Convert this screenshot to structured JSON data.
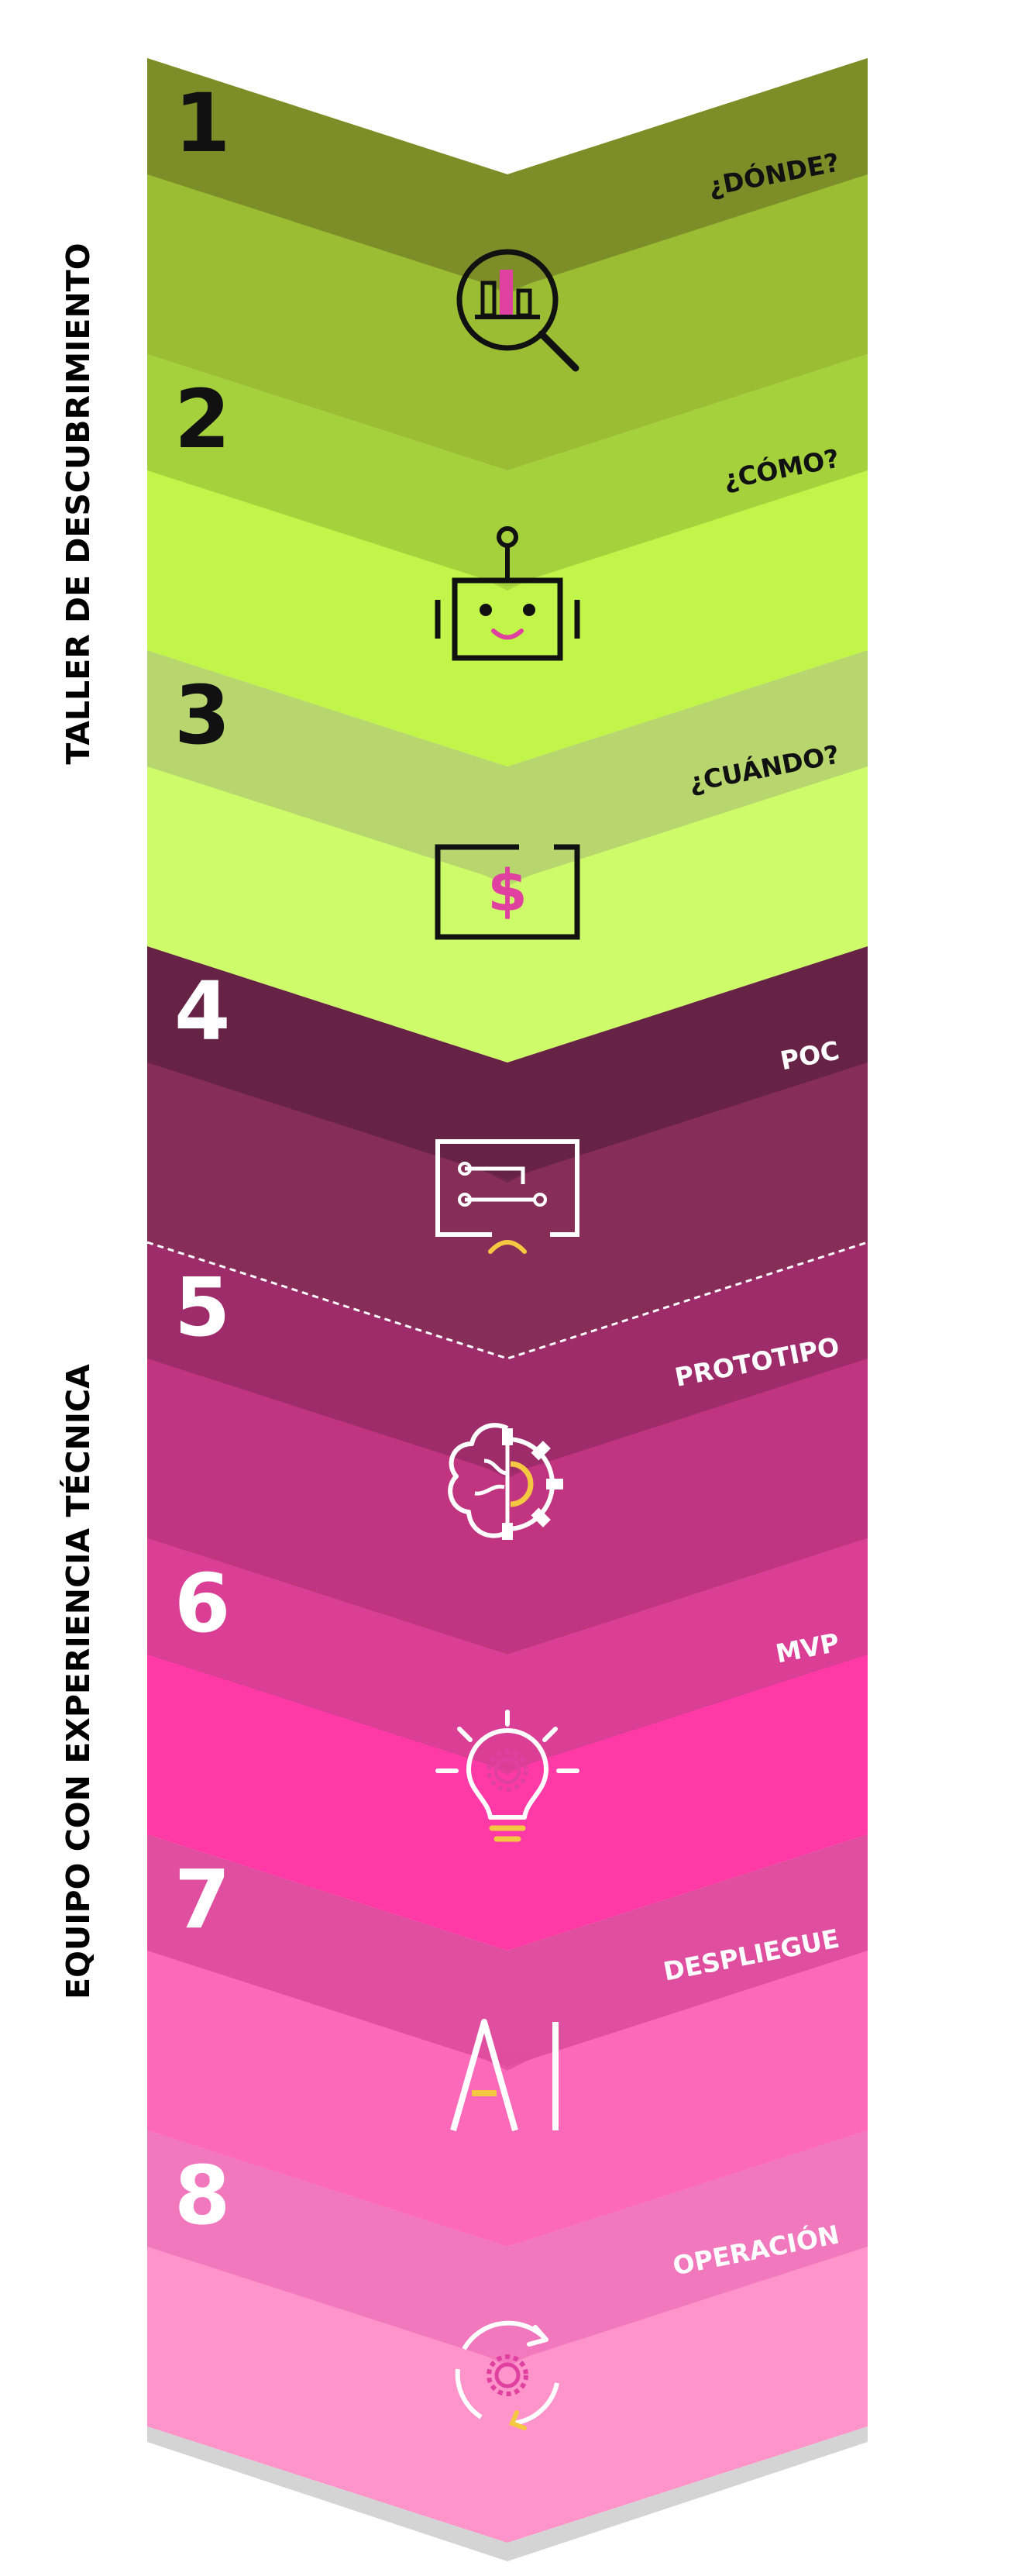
{
  "side_labels": {
    "top": "TALLER DE DESCUBRIMIENTO",
    "bottom": "EQUIPO CON EXPERIENCIA TÉCNICA"
  },
  "steps": [
    {
      "number": "1",
      "label": "¿DÓNDE?",
      "icon": "search-chart-icon",
      "band_color": "#7d8e29",
      "main_color": "#9abd33",
      "text_color": "#111111"
    },
    {
      "number": "2",
      "label": "¿CÓMO?",
      "icon": "robot-icon",
      "band_color": "#a5d23c",
      "main_color": "#c2f54a",
      "text_color": "#111111"
    },
    {
      "number": "3",
      "label": "¿CUÁNDO?",
      "icon": "dollar-frame-icon",
      "band_color": "#b7d66e",
      "main_color": "#cdfb69",
      "text_color": "#111111"
    },
    {
      "number": "4",
      "label": "POC",
      "icon": "circuit-frame-icon",
      "band_color": "#672345",
      "main_color": "#862e58",
      "text_color": "#ffffff"
    },
    {
      "number": "5",
      "label": "PROTOTIPO",
      "icon": "brain-gear-icon",
      "band_color": "#9e2c6a",
      "main_color": "#c1347f",
      "text_color": "#ffffff"
    },
    {
      "number": "6",
      "label": "MVP",
      "icon": "lightbulb-gear-icon",
      "band_color": "#db3e95",
      "main_color": "#ff3aa7",
      "text_color": "#ffffff"
    },
    {
      "number": "7",
      "label": "DESPLIEGUE",
      "icon": "ai-letters-icon",
      "band_color": "#e04e9f",
      "main_color": "#fd69b9",
      "text_color": "#ffffff"
    },
    {
      "number": "8",
      "label": "OPERACIÓN",
      "icon": "cycle-gear-icon",
      "band_color": "#f278bd",
      "main_color": "#fe94c9",
      "text_color": "#ffffff"
    }
  ],
  "icon_colors": {
    "accent_pink": "#e040a0",
    "accent_yellow": "#f5c842",
    "line_dark": "#111111",
    "line_light": "#ffffff"
  },
  "icon_text": {
    "dollar": "$",
    "ai_letters": "AI"
  }
}
